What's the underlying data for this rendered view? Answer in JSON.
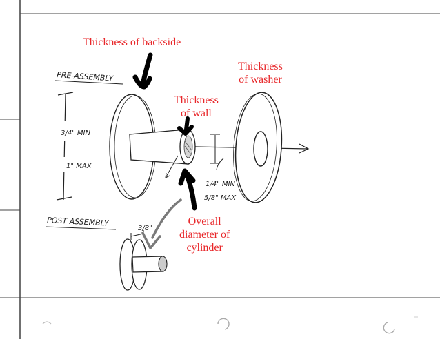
{
  "sketch_labels": {
    "pre_assembly": "PRE-ASSEMBLY",
    "post_assembly": "POST ASSEMBLY",
    "height_min": "3/4\" MIN",
    "height_max": "1\" MAX",
    "cyl_min": "1/4\" MIN",
    "cyl_max": "5/8\" MAX",
    "post_dim": "3/8\""
  },
  "annotations": {
    "backside": "Thickness of backside",
    "washer": [
      "Thickness",
      "of washer"
    ],
    "wall": [
      "Thickness",
      "of wall"
    ],
    "diameter": [
      "Overall",
      "diameter of",
      "cylinder"
    ]
  },
  "colors": {
    "annotation": "#e8272a",
    "marker": "#000000",
    "gray_arrow": "#7a7a7a",
    "ink": "#222222"
  }
}
